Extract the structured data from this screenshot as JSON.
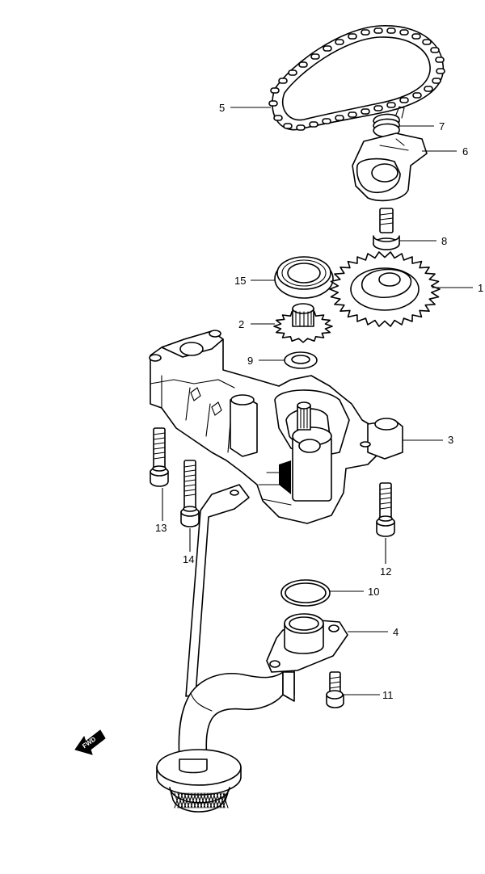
{
  "callouts": {
    "c1": "1",
    "c2": "2",
    "c3": "3",
    "c4": "4",
    "c5": "5",
    "c6": "6",
    "c7": "7",
    "c8": "8",
    "c9": "9",
    "c10": "10",
    "c11": "11",
    "c12": "12",
    "c13": "13",
    "c14": "14",
    "c15": "15"
  },
  "fwd_label": "FWD",
  "colors": {
    "line": "#000000",
    "background": "#ffffff"
  }
}
